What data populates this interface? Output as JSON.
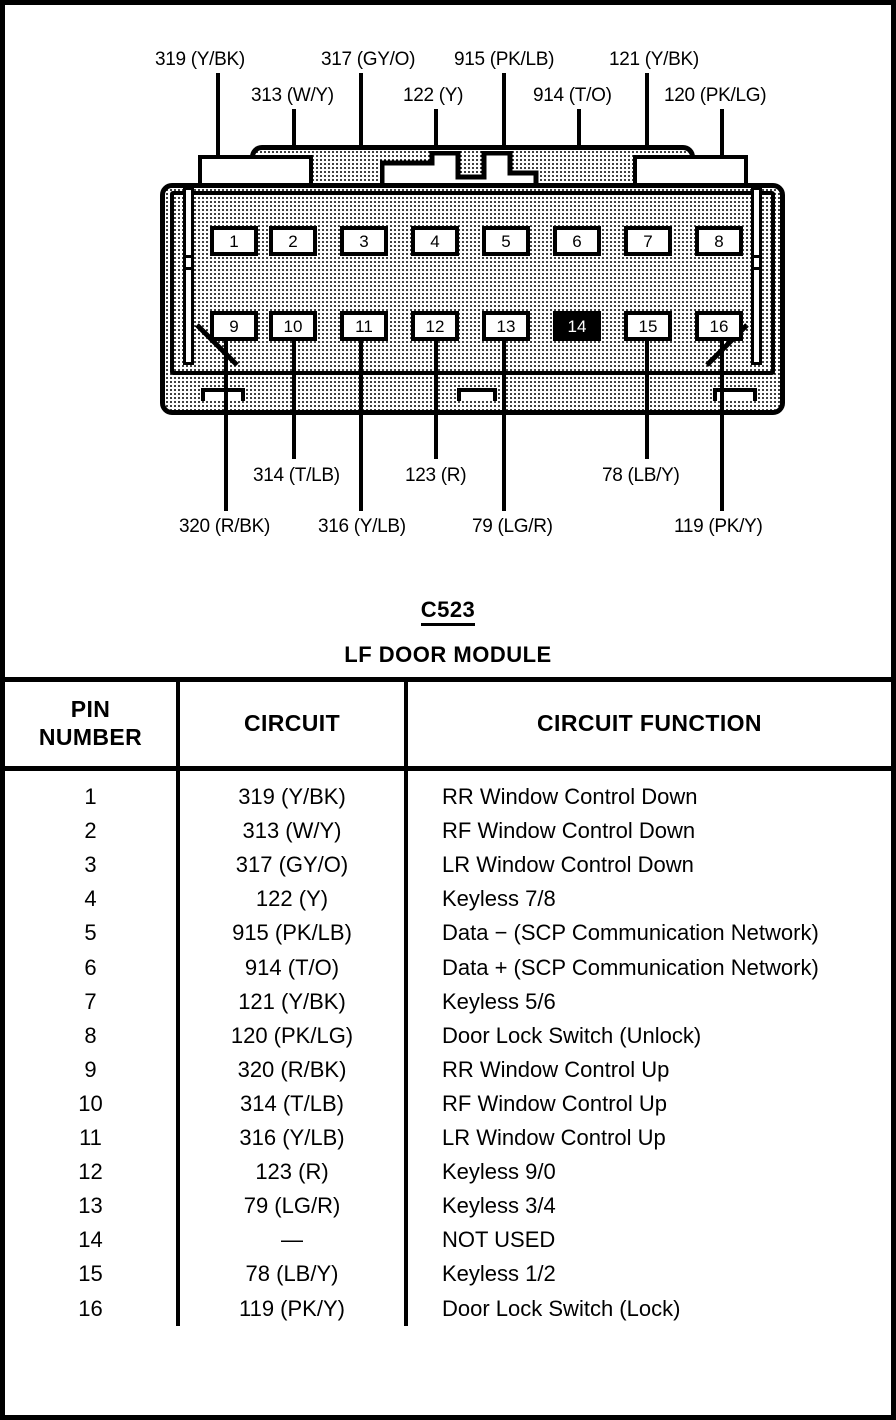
{
  "connector": {
    "id": "C523",
    "name": "LF DOOR MODULE",
    "top_labels": [
      {
        "pin": 1,
        "text": "319 (Y/BK)"
      },
      {
        "pin": 2,
        "text": "313 (W/Y)"
      },
      {
        "pin": 3,
        "text": "317 (GY/O)"
      },
      {
        "pin": 4,
        "text": "122 (Y)"
      },
      {
        "pin": 5,
        "text": "915 (PK/LB)"
      },
      {
        "pin": 6,
        "text": "914 (T/O)"
      },
      {
        "pin": 7,
        "text": "121 (Y/BK)"
      },
      {
        "pin": 8,
        "text": "120 (PK/LG)"
      }
    ],
    "bottom_labels": [
      {
        "pin": 9,
        "text": "320 (R/BK)"
      },
      {
        "pin": 10,
        "text": "314 (T/LB)"
      },
      {
        "pin": 11,
        "text": "316 (Y/LB)"
      },
      {
        "pin": 12,
        "text": "123 (R)"
      },
      {
        "pin": 13,
        "text": "79 (LG/R)"
      },
      {
        "pin": 15,
        "text": "78 (LB/Y)"
      },
      {
        "pin": 16,
        "text": "119 (PK/Y)"
      }
    ],
    "pins_top": [
      "1",
      "2",
      "3",
      "4",
      "5",
      "6",
      "7",
      "8"
    ],
    "pins_bottom": [
      "9",
      "10",
      "11",
      "12",
      "13",
      "14",
      "15",
      "16"
    ],
    "unused_pin": "14"
  },
  "table": {
    "headers": [
      "PIN\nNUMBER",
      "CIRCUIT",
      "CIRCUIT FUNCTION"
    ],
    "header_pin": "PIN NUMBER",
    "header_circuit": "CIRCUIT",
    "header_function": "CIRCUIT FUNCTION",
    "rows": [
      {
        "pin": "1",
        "circuit": "319 (Y/BK)",
        "function": "RR Window Control Down"
      },
      {
        "pin": "2",
        "circuit": "313 (W/Y)",
        "function": "RF Window Control Down"
      },
      {
        "pin": "3",
        "circuit": "317 (GY/O)",
        "function": "LR Window Control Down"
      },
      {
        "pin": "4",
        "circuit": "122 (Y)",
        "function": "Keyless 7/8"
      },
      {
        "pin": "5",
        "circuit": "915 (PK/LB)",
        "function": "Data − (SCP Communication Network)"
      },
      {
        "pin": "6",
        "circuit": "914 (T/O)",
        "function": "Data + (SCP Communication Network)"
      },
      {
        "pin": "7",
        "circuit": "121 (Y/BK)",
        "function": "Keyless 5/6"
      },
      {
        "pin": "8",
        "circuit": "120 (PK/LG)",
        "function": "Door Lock Switch (Unlock)"
      },
      {
        "pin": "9",
        "circuit": "320 (R/BK)",
        "function": "RR Window Control Up"
      },
      {
        "pin": "10",
        "circuit": "314 (T/LB)",
        "function": "RF Window Control Up"
      },
      {
        "pin": "11",
        "circuit": "316 (Y/LB)",
        "function": "LR Window Control Up"
      },
      {
        "pin": "12",
        "circuit": "123 (R)",
        "function": "Keyless 9/0"
      },
      {
        "pin": "13",
        "circuit": "79 (LG/R)",
        "function": "Keyless 3/4"
      },
      {
        "pin": "14",
        "circuit": "—",
        "function": "NOT USED"
      },
      {
        "pin": "15",
        "circuit": "78 (LB/Y)",
        "function": "Keyless 1/2"
      },
      {
        "pin": "16",
        "circuit": "119 (PK/Y)",
        "function": "Door Lock Switch (Lock)"
      }
    ]
  }
}
